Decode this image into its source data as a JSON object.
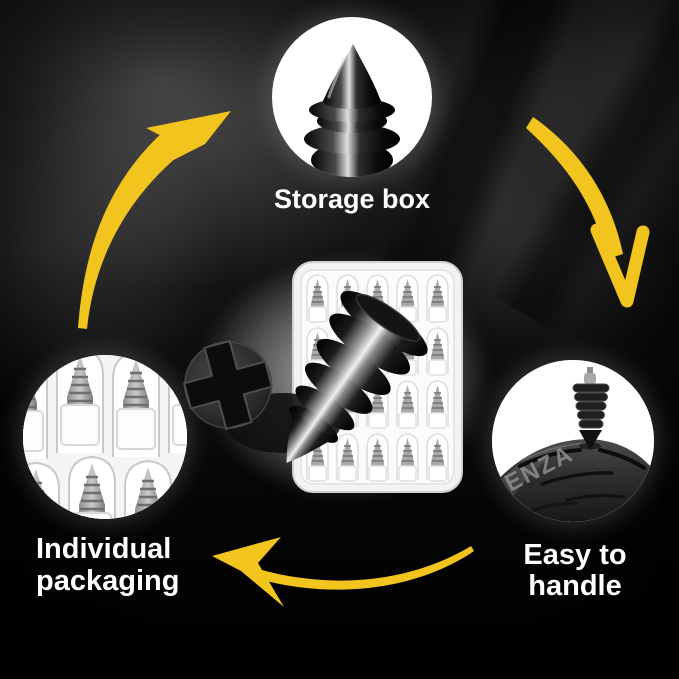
{
  "scene": {
    "background_color": "#0d0d0d",
    "accent_color": "#f2c41e",
    "text_color": "#ffffff"
  },
  "callouts": {
    "top": {
      "label": "Storage box"
    },
    "left": {
      "line1": "Individual",
      "line2": "packaging"
    },
    "right": {
      "line1": "Easy to",
      "line2": "handle",
      "tire_sidewall_text": "ENZA"
    }
  }
}
